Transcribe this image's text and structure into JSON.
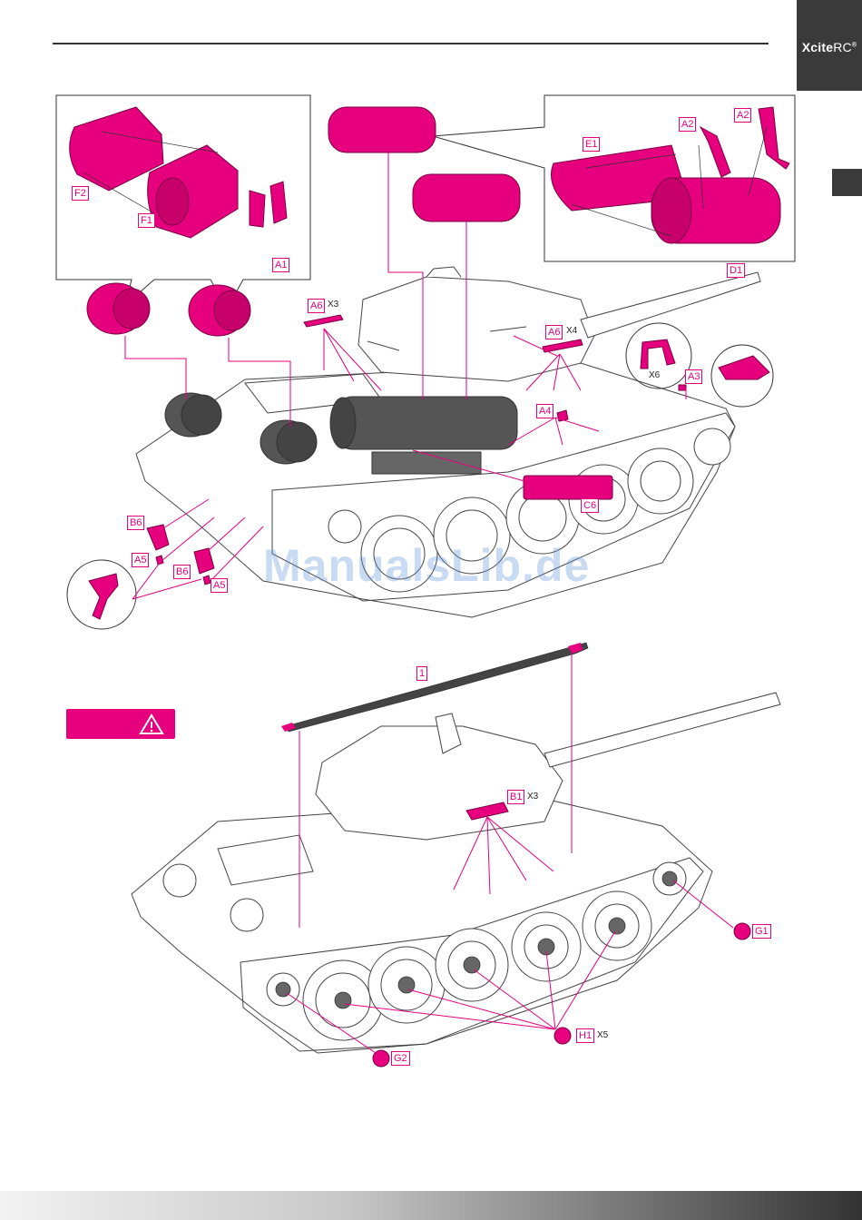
{
  "brand": {
    "name_bold": "Xcite",
    "name_light": "RC",
    "mark": "®"
  },
  "watermark": "ManualsLib.de",
  "labels": {
    "f2": "F2",
    "f1": "F1",
    "a1": "A1",
    "e1": "E1",
    "a2a": "A2",
    "a2b": "A2",
    "d1": "D1",
    "a6a": "A6",
    "a6a_qty": "X3",
    "a6b": "A6",
    "a6b_qty": "X4",
    "x6": "X6",
    "a3": "A3",
    "a4": "A4",
    "c6": "C6",
    "b6a": "B6",
    "a5a": "A5",
    "b6b": "B6",
    "a5b": "A5",
    "one": "1",
    "b1": "B1",
    "b1_qty": "X3",
    "g1": "G1",
    "h1": "H1",
    "h1_qty": "X5",
    "g2": "G2"
  },
  "colors": {
    "accent": "#e6007e",
    "dark": "#3a3a3a",
    "grey_part": "#5a5a5a"
  },
  "icons": {
    "warning": "warning-triangle-icon"
  }
}
